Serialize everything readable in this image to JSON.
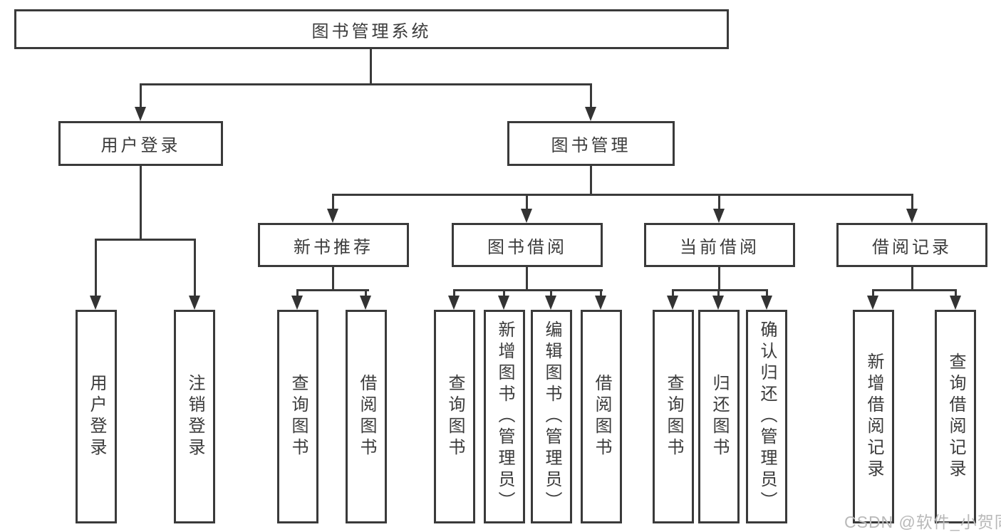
{
  "root": {
    "label": "图书管理系统"
  },
  "level2": [
    {
      "label": "用户登录"
    },
    {
      "label": "图书管理"
    }
  ],
  "level3": [
    {
      "label": "新书推荐"
    },
    {
      "label": "图书借阅"
    },
    {
      "label": "当前借阅"
    },
    {
      "label": "借阅记录"
    }
  ],
  "leaves": {
    "login": [
      {
        "label": "用户登录"
      },
      {
        "label": "注销登录"
      }
    ],
    "recommend": [
      {
        "label": "查询图书"
      },
      {
        "label": "借阅图书"
      }
    ],
    "borrow": [
      {
        "label": "查询图书"
      },
      {
        "label": "新增图书（管理员）"
      },
      {
        "label": "编辑图书（管理员）"
      },
      {
        "label": "借阅图书"
      }
    ],
    "current": [
      {
        "label": "查询图书"
      },
      {
        "label": "归还图书"
      },
      {
        "label": "确认归还（管理员）"
      }
    ],
    "records": [
      {
        "label": "新增借阅记录"
      },
      {
        "label": "查询借阅记录"
      }
    ]
  },
  "watermark": {
    "text": "CSDN @软件_小贺同学"
  },
  "colors": {
    "line": "#3a3a3a",
    "text": "#3b3b3b",
    "watermark": "#b9b9b9",
    "background": "#ffffff"
  }
}
